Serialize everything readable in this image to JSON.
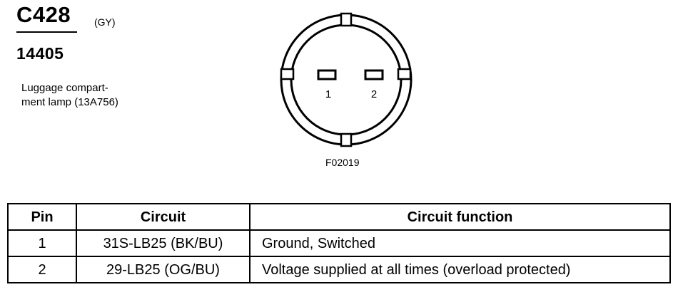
{
  "header": {
    "connector_id": "C428",
    "color_code": "(GY)",
    "part_number": "14405",
    "description_lines": [
      "Luggage compart-",
      "ment lamp (13A756)"
    ]
  },
  "diagram": {
    "pin_labels": [
      "1",
      "2"
    ],
    "figure_code": "F02019"
  },
  "table": {
    "headers": [
      "Pin",
      "Circuit",
      "Circuit function"
    ],
    "rows": [
      {
        "pin": "1",
        "circuit": "31S-LB25 (BK/BU)",
        "function": "Ground, Switched"
      },
      {
        "pin": "2",
        "circuit": "29-LB25 (OG/BU)",
        "function": "Voltage supplied at all times (overload protected)"
      }
    ]
  }
}
